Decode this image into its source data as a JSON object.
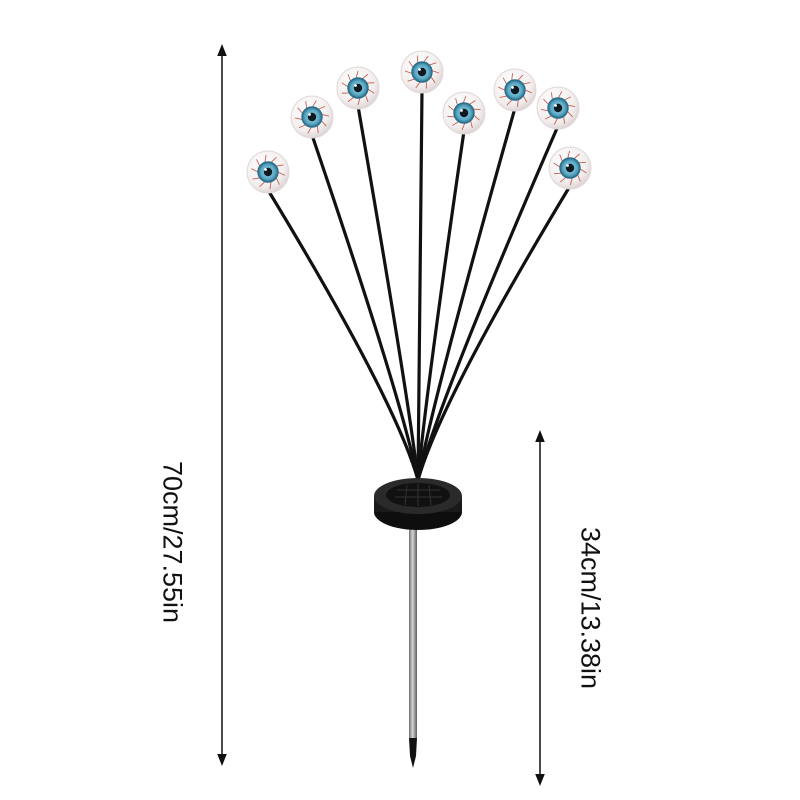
{
  "product": {
    "eye_count": 8,
    "colors": {
      "background": "#ffffff",
      "stem": "#111111",
      "eyeball": "#f2eeee",
      "iris": "#5aa9c4",
      "iris_ring": "#2c6f8c",
      "pupil": "#0d1a22",
      "veins": "#c0392b",
      "solar_base": "#1a1a1a",
      "stake": "#9a9a9a"
    }
  },
  "dimensions": {
    "total_height_label": "70cm/27.55in",
    "stake_height_label": "34cm/13.38in"
  }
}
